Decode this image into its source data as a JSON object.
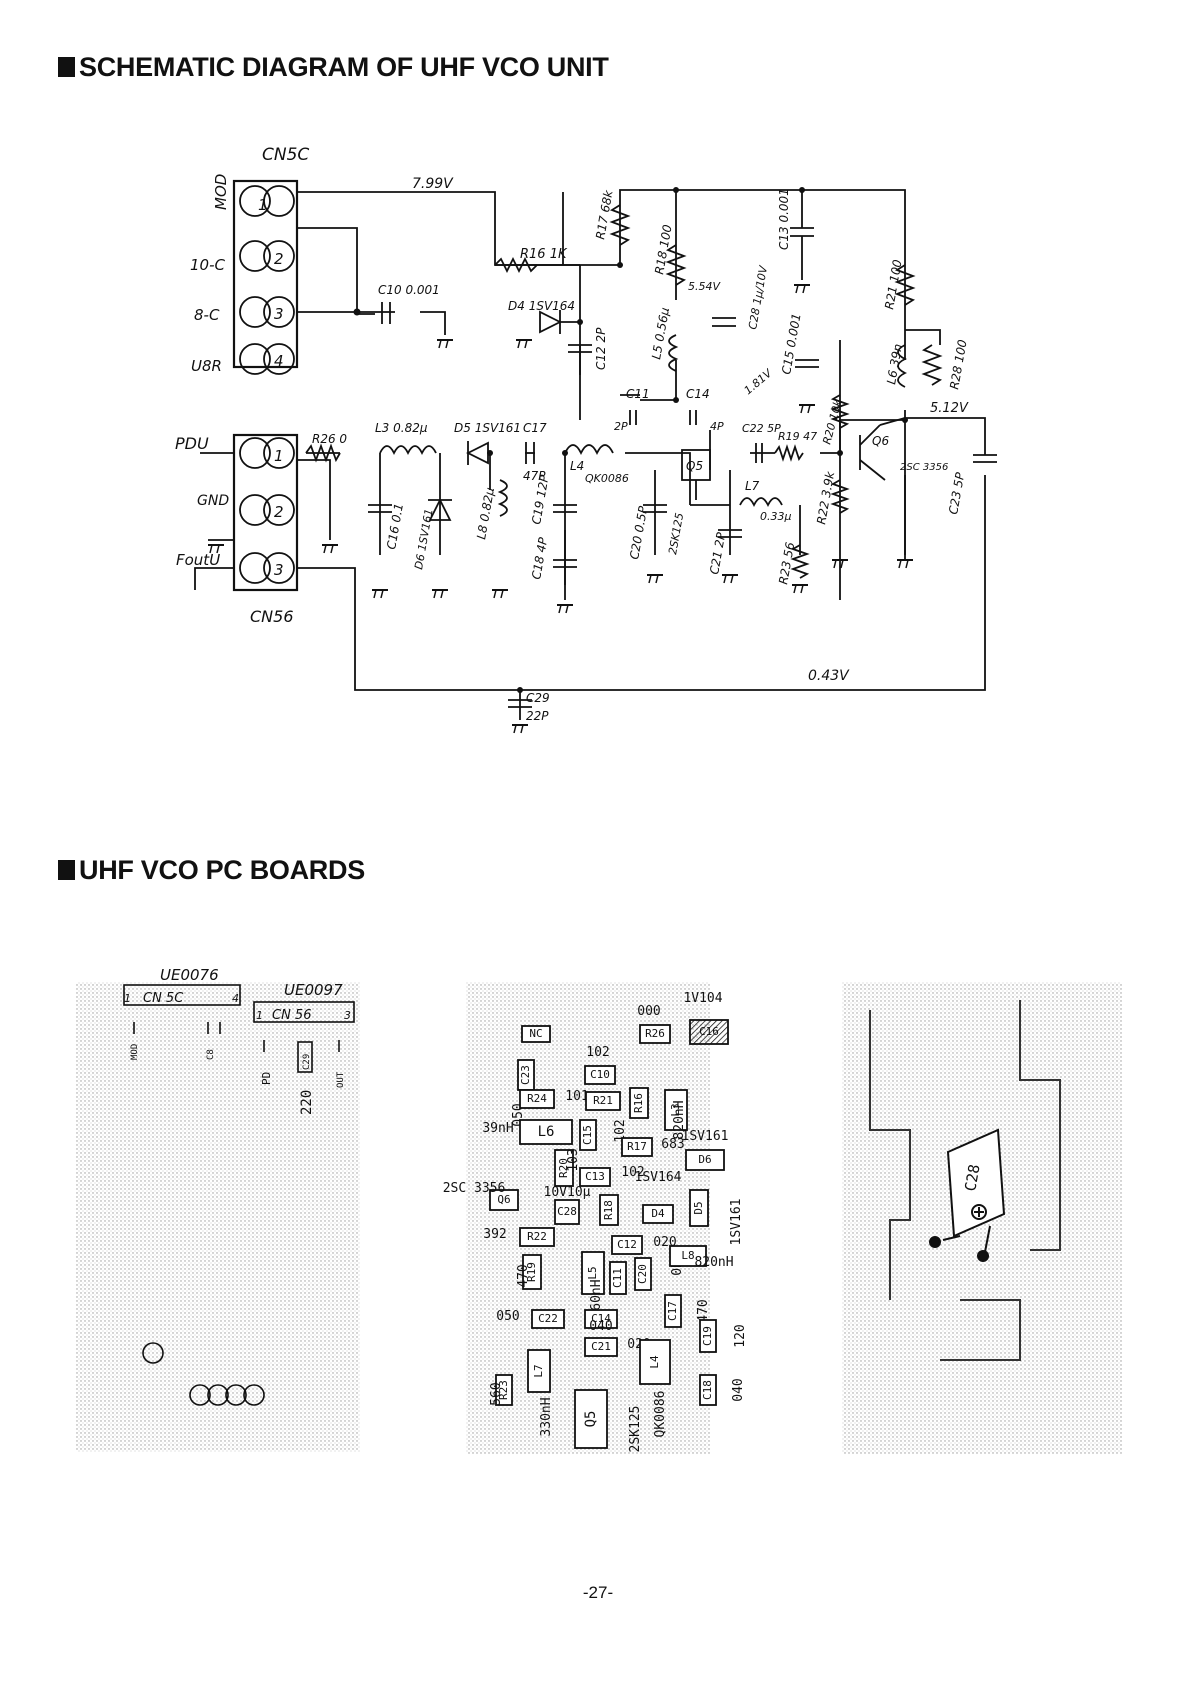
{
  "sections": {
    "schematic_title": "SCHEMATIC DIAGRAM OF UHF VCO UNIT",
    "pcb_title": "UHF VCO PC BOARDS"
  },
  "page_number": "-27-",
  "schematic": {
    "cn5c": {
      "name": "CN5C",
      "pins": [
        "1",
        "2",
        "3",
        "4"
      ],
      "signals": [
        "MOD",
        "10-C",
        "8-C",
        "U8R"
      ]
    },
    "cn56": {
      "name": "CN56",
      "pins": [
        "1",
        "2",
        "3"
      ],
      "signals": [
        "PDU",
        "GND",
        "FoutU"
      ]
    },
    "voltages": {
      "v799": "7.99V",
      "v554": "5.54V",
      "v512": "5.12V",
      "v043": "0.43V",
      "v181": "1.81V"
    },
    "labels": {
      "r16": "R16  1K",
      "r17": "R17 68k",
      "r18": "R18 100",
      "c13": "C13 0.001",
      "c10": "C10  0.001",
      "d4": "D4  1SV164",
      "c12": "C12 2P",
      "l5": "L5 0.56μ",
      "c28": "C28 1μ/10V",
      "c15": "C15 0.001",
      "r21": "R21 100",
      "l6": "L6 39n",
      "r28": "R28 100",
      "r26": "R26 0",
      "l3": "L3  0.82μ",
      "d5": "D5 1SV161",
      "c17": "C17",
      "c17v": "47P",
      "l4": "L4",
      "l4v": "QK0086",
      "c11": "C11",
      "c11v": "2P",
      "c14": "C14",
      "c14v": "4P",
      "q5": "Q5",
      "c22": "C22 5P",
      "r19": "R19 47",
      "r20": "R20 10k",
      "q6": "Q6",
      "q6v": "2SC 3356",
      "c23": "C23 5P",
      "c16": "C16 0.1",
      "d6": "D6 1SV161",
      "l8": "L8 0.82μ",
      "c19": "C19 12P",
      "c18": "C18 4P",
      "c20": "C20 0.5P",
      "q5v": "2SK125",
      "c21": "C21 2P",
      "l7": "L7",
      "l7v": "0.33μ",
      "r22": "R22 3.9k",
      "r23": "R23 56",
      "c29": "C29",
      "c29v": "22P"
    }
  },
  "pcb": {
    "board1": {
      "ue0076": "UE0076",
      "ue0097": "UE0097",
      "cn5c": "CN 5C",
      "cn5c_p1": "1",
      "cn5c_p4": "4",
      "cn56": "CN 56",
      "cn56_p1": "1",
      "cn56_p3": "3",
      "mod": "MOD",
      "c8": "C8",
      "pd": "PD",
      "out": "OUT",
      "c29": "C29",
      "c29v": "220"
    },
    "board2": {
      "components": [
        {
          "id": "NC",
          "v": ""
        },
        {
          "id": "R26",
          "v": "000"
        },
        {
          "id": "C16",
          "v": "1V104"
        },
        {
          "id": "C23",
          "v": "050"
        },
        {
          "id": "C10",
          "v": "102"
        },
        {
          "id": "R24",
          "v": "101"
        },
        {
          "id": "R21",
          "v": ""
        },
        {
          "id": "R16",
          "v": "102"
        },
        {
          "id": "L3",
          "v": "820nH"
        },
        {
          "id": "L6",
          "v": "39nH"
        },
        {
          "id": "C15",
          "v": "102"
        },
        {
          "id": "R17",
          "v": "683"
        },
        {
          "id": "D6",
          "v": "1SV161"
        },
        {
          "id": "R20",
          "v": "103"
        },
        {
          "id": "C13",
          "v": "102"
        },
        {
          "id": "Q6",
          "v": "2SC 3356"
        },
        {
          "id": "C28",
          "v": "10V10μ"
        },
        {
          "id": "R18",
          "v": ""
        },
        {
          "id": "D4",
          "v": "1SV164"
        },
        {
          "id": "D5",
          "v": "1SV161"
        },
        {
          "id": "R22",
          "v": "392"
        },
        {
          "id": "C12",
          "v": "020"
        },
        {
          "id": "R19",
          "v": "470"
        },
        {
          "id": "L5",
          "v": "560nH"
        },
        {
          "id": "C11",
          "v": ""
        },
        {
          "id": "C20",
          "v": "0R5"
        },
        {
          "id": "L8",
          "v": "820nH"
        },
        {
          "id": "C22",
          "v": "050"
        },
        {
          "id": "C14",
          "v": "040"
        },
        {
          "id": "C17",
          "v": "470"
        },
        {
          "id": "C19",
          "v": "120"
        },
        {
          "id": "C21",
          "v": "020"
        },
        {
          "id": "L7",
          "v": "330nH"
        },
        {
          "id": "R23",
          "v": "560"
        },
        {
          "id": "Q5",
          "v": "2SK125"
        },
        {
          "id": "L4",
          "v": "QK0086"
        },
        {
          "id": "C18",
          "v": "040"
        }
      ]
    },
    "board3": {
      "c28": "C28"
    }
  }
}
